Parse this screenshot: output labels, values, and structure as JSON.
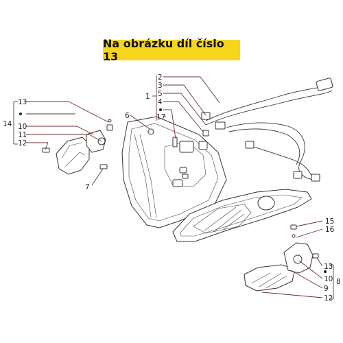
{
  "banner": {
    "text": "Na obrázku díl číslo 13"
  },
  "labels": {
    "l13a": "13",
    "l10a": "10",
    "l11a": "11",
    "l12a": "12",
    "l14": "14",
    "l6": "6",
    "l7": "7",
    "l2": "2",
    "l3": "3",
    "l5": "5",
    "l1": "1",
    "l4": "4",
    "l17": "17",
    "l15": "15",
    "l16": "16",
    "l13b": "13",
    "l8": "8",
    "l10b": "10",
    "l9": "9",
    "l12b": "12"
  },
  "colors": {
    "banner": "#f7d51d",
    "leader": "#6e2e2e",
    "outline": "#333333"
  }
}
